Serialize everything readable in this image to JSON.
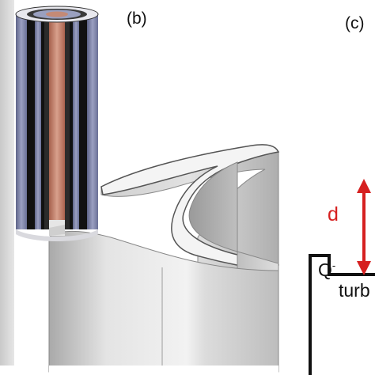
{
  "panels": {
    "b": "(b)",
    "c": "(c)"
  },
  "labels": {
    "d": "d",
    "q": "Q",
    "q_sup": "-",
    "turb": "turb"
  },
  "colors": {
    "arrow": "#d62020",
    "cable_black": "#111111",
    "cable_blue": "#7e84a8",
    "cable_copper": "#b97a66",
    "surface_light": "#ededed",
    "surface_shade": "#b8b8b8"
  }
}
